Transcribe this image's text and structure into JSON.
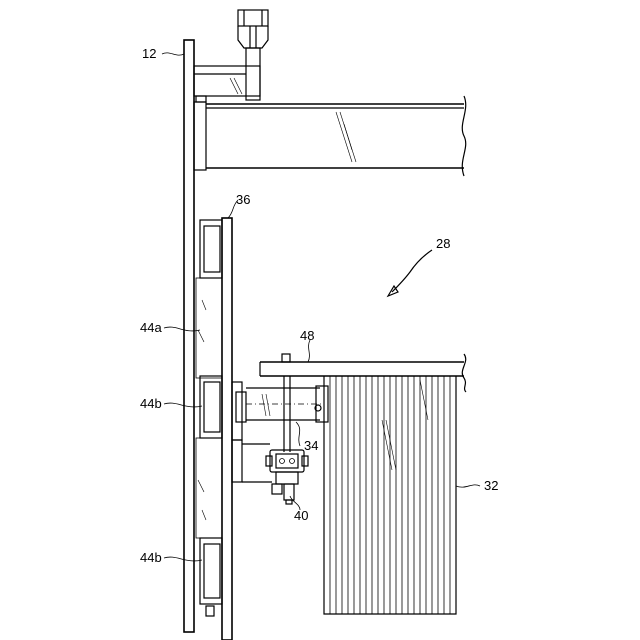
{
  "figure": {
    "labels": {
      "frame": "12",
      "assembly": "28",
      "fins": "32",
      "arm": "34",
      "plate": "36",
      "unit": "40",
      "rail_a": "44a",
      "rail_b_upper": "44b",
      "rail_b_lower": "44b",
      "beam": "48"
    }
  }
}
